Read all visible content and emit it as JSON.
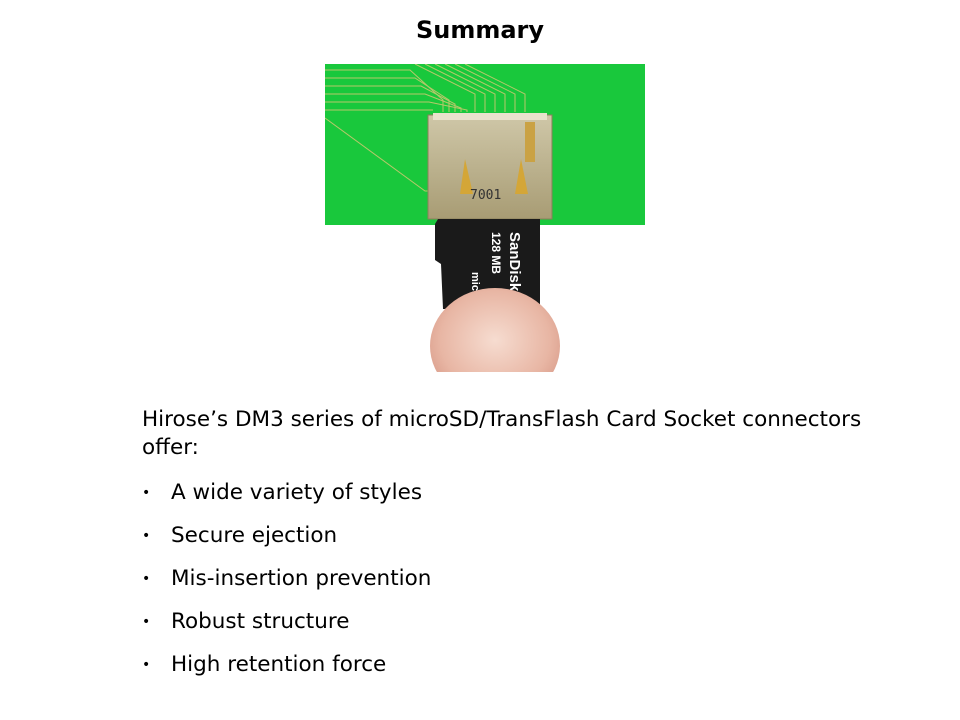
{
  "slide": {
    "title": "Summary",
    "intro": "Hirose’s DM3 series of microSD/TransFlash Card Socket connectors offer:",
    "bullets": [
      "A wide variety of styles",
      "Secure ejection",
      "Mis-insertion prevention",
      "Robust structure",
      "High retention force"
    ],
    "bullet_glyph": "•"
  },
  "photo": {
    "socket_marking": "7001",
    "card_brand": "SanDisk",
    "card_capacity": "128 MB",
    "card_type": "microSD",
    "colors": {
      "board": "#19c83c",
      "socket": "#b8ae8c",
      "card": "#1a1a1a"
    }
  }
}
